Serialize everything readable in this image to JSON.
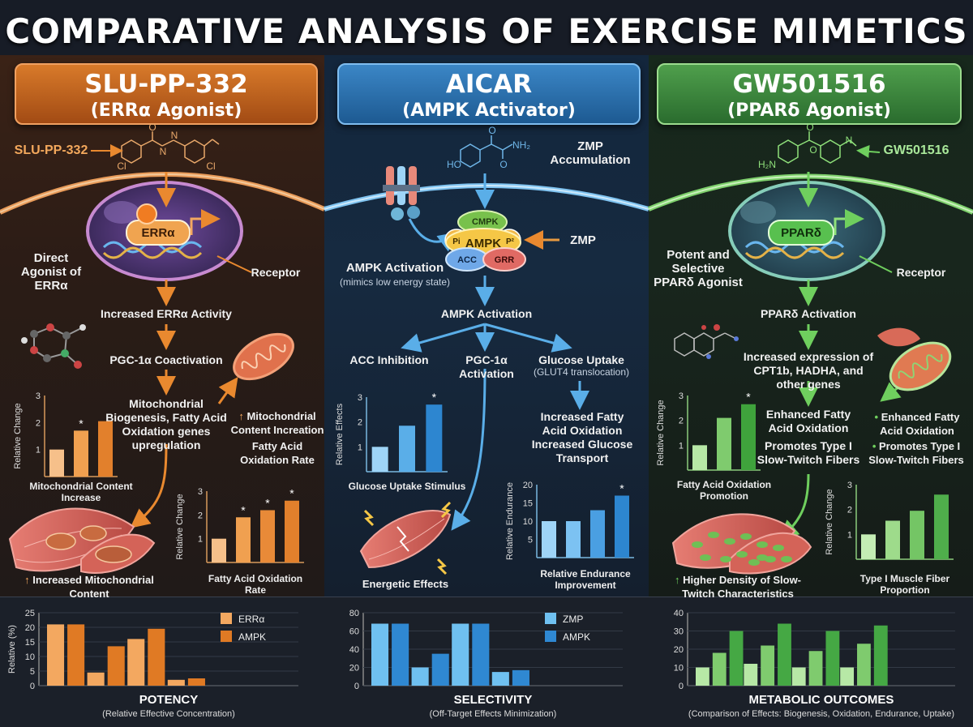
{
  "title": "COMPARATIVE ANALYSIS OF EXERCISE MIMETICS",
  "columns": {
    "slu": {
      "name": "SLU-PP-332",
      "subtitle": "(ERRα Agonist)",
      "compound_label": "SLU-PP-332",
      "receptor": "ERRα",
      "direct_agonist": "Direct Agonist of ERRα",
      "receptor_label": "Receptor",
      "step1": "Increased ERRα Activity",
      "step2": "PGC-1α Coactivation",
      "step3": "Mitochondrial Biogenesis, Fatty Acid Oxidation genes upregulation",
      "side_note1": "Mitochondrial Content Increation",
      "side_note2": "Fatty Acid Oxidation Rate",
      "muscle_caption": "Increased Mitochondrial Content",
      "chem_labels": [
        "Cl",
        "Cl",
        "O",
        "N",
        "N"
      ],
      "colors": {
        "accent": "#e9892f",
        "light": "#f6b97a"
      }
    },
    "aicar": {
      "name": "AICAR",
      "subtitle": "(AMPK Activator)",
      "zmp_accum": "ZMP Accumulation",
      "zmp": "ZMP",
      "complex": [
        "CMPK",
        "AMPK",
        "ACC",
        "GRR",
        "Pi",
        "P²"
      ],
      "ampk_activation_title": "AMPK Activation",
      "ampk_activation_note": "(mimics low energy state)",
      "ampk_activation2": "AMPK Activation",
      "branch1": "ACC Inhibition",
      "branch2": "PGC-1α Activation",
      "branch3": "Glucose Uptake",
      "branch3_note": "(GLUT4 translocation)",
      "outcome": "Increased Fatty Acid Oxidation Increased Glucose Transport",
      "muscle_caption": "Energetic Effects",
      "chem_labels": [
        "HO",
        "O",
        "O",
        "NH₂"
      ],
      "colors": {
        "accent": "#3c8fd8",
        "light": "#8cc8f4"
      }
    },
    "gw": {
      "name": "GW501516",
      "subtitle": "(PPARδ Agonist)",
      "compound_label": "GW501516",
      "receptor": "PPARδ",
      "selective": "Potent and Selective PPARδ Agonist",
      "receptor_label": "Receptor",
      "step1": "PPARδ Activation",
      "step2": "Increased expression of CPT1b, HADHA, and other genes",
      "step3a": "Enhanced Fatty Acid Oxidation",
      "step3b": "Promotes Type I Slow-Twitch Fibers",
      "side1": "Enhanced Fatty Acid Oxidation",
      "side2": "Promotes Type I Slow-Twitch Fibers",
      "muscle_caption": "Higher Density of Slow-Twitch Characteristics",
      "chem_labels": [
        "H₂N",
        "O",
        "O",
        "N"
      ],
      "colors": {
        "accent": "#4fae4b",
        "light": "#a6e394"
      }
    }
  },
  "chart_data": [
    {
      "id": "c1",
      "type": "bar",
      "title": "Mitochondrial Content Increase",
      "xlabel": "",
      "ylabel": "Relative Change",
      "ylim": [
        0,
        3
      ],
      "yticks": [
        1,
        2,
        3
      ],
      "values": [
        1.0,
        1.7,
        2.05
      ],
      "stars": [
        false,
        true,
        false
      ],
      "colors": [
        "#f6c08a",
        "#f0a050",
        "#e2802c"
      ]
    },
    {
      "id": "c2",
      "type": "bar",
      "title": "Fatty Acid Oxidation Rate",
      "xlabel": "",
      "ylabel": "Relative Change",
      "ylim": [
        0,
        3
      ],
      "yticks": [
        1,
        2,
        3
      ],
      "values": [
        1.0,
        1.9,
        2.2,
        2.6
      ],
      "stars": [
        false,
        true,
        true,
        true
      ],
      "colors": [
        "#f6c08a",
        "#f0a050",
        "#e88a38",
        "#e2802c"
      ]
    },
    {
      "id": "c3",
      "type": "bar",
      "title": "Glucose Uptake Stimulus",
      "xlabel": "",
      "ylabel": "Relative Effects",
      "ylim": [
        0,
        3
      ],
      "yticks": [
        1,
        2,
        3
      ],
      "values": [
        1.0,
        1.85,
        2.7
      ],
      "stars": [
        false,
        false,
        true
      ],
      "colors": [
        "#9ed4f7",
        "#5aaee8",
        "#2d86d0"
      ]
    },
    {
      "id": "c4",
      "type": "bar",
      "title": "Relative Endurance Improvement",
      "xlabel": "",
      "ylabel": "Relative Endurance",
      "ylim": [
        0,
        20
      ],
      "yticks": [
        5,
        10,
        15,
        20
      ],
      "values": [
        10,
        10,
        13,
        17
      ],
      "stars": [
        false,
        false,
        false,
        true
      ],
      "colors": [
        "#9ed4f7",
        "#7cc2f2",
        "#4a9fe2",
        "#2d86d0"
      ]
    },
    {
      "id": "c5",
      "type": "bar",
      "title": "Fatty Acid Oxidation Promotion",
      "xlabel": "",
      "ylabel": "Relative Change",
      "ylim": [
        0,
        3
      ],
      "yticks": [
        1,
        2,
        3
      ],
      "values": [
        1.0,
        2.1,
        2.65
      ],
      "stars": [
        false,
        false,
        true
      ],
      "colors": [
        "#b7e8a6",
        "#7fcb6e",
        "#3fa33c"
      ]
    },
    {
      "id": "c6",
      "type": "bar",
      "title": "Type I Muscle Fiber Proportion",
      "xlabel": "",
      "ylabel": "Relative Change",
      "ylim": [
        0,
        3
      ],
      "yticks": [
        1,
        2,
        3
      ],
      "values": [
        1.0,
        1.55,
        1.95,
        2.6
      ],
      "stars": [
        false,
        false,
        false,
        false
      ],
      "colors": [
        "#c4edb4",
        "#9edb8b",
        "#74c565",
        "#4fae4b"
      ]
    },
    {
      "id": "c7",
      "type": "bar",
      "title": "POTENCY",
      "subtitle": "(Relative Effective Concentration)",
      "xlabel": "",
      "ylabel": "Relative (%)",
      "ylim": [
        0,
        25
      ],
      "yticks": [
        0,
        5,
        10,
        15,
        20,
        25
      ],
      "groups": 4,
      "series": [
        {
          "name": "ERRα",
          "values": [
            21,
            4.5,
            16,
            2
          ],
          "color": "#f3a860"
        },
        {
          "name": "AMPK",
          "values": [
            21,
            13.5,
            19.5,
            2.5
          ],
          "color": "#e07a24"
        }
      ]
    },
    {
      "id": "c8",
      "type": "bar",
      "title": "SELECTIVITY",
      "subtitle": "(Off-Target Effects Minimization)",
      "xlabel": "",
      "ylabel": "",
      "ylim": [
        0,
        80
      ],
      "yticks": [
        0,
        20,
        40,
        60,
        80
      ],
      "groups": 4,
      "series": [
        {
          "name": "ZMP",
          "values": [
            68,
            20,
            68,
            15
          ],
          "color": "#6fc0f0"
        },
        {
          "name": "AMPK",
          "values": [
            68,
            35,
            68,
            17
          ],
          "color": "#2f88d2"
        }
      ]
    },
    {
      "id": "c9",
      "type": "bar",
      "title": "METABOLIC OUTCOMES",
      "subtitle": "(Comparison of Effects: Biogenesis, Oxidation, Endurance, Uptake)",
      "xlabel": "",
      "ylabel": "",
      "ylim": [
        0,
        40
      ],
      "yticks": [
        0,
        10,
        20,
        30,
        40
      ],
      "groups": 4,
      "series": [
        {
          "name": "",
          "values": [
            10,
            12,
            10,
            10
          ],
          "color": "#b7e8a6"
        },
        {
          "name": "",
          "values": [
            18,
            22,
            19,
            23
          ],
          "color": "#7fcb6e"
        },
        {
          "name": "",
          "values": [
            30,
            34,
            30,
            33
          ],
          "color": "#45a844"
        }
      ]
    }
  ]
}
